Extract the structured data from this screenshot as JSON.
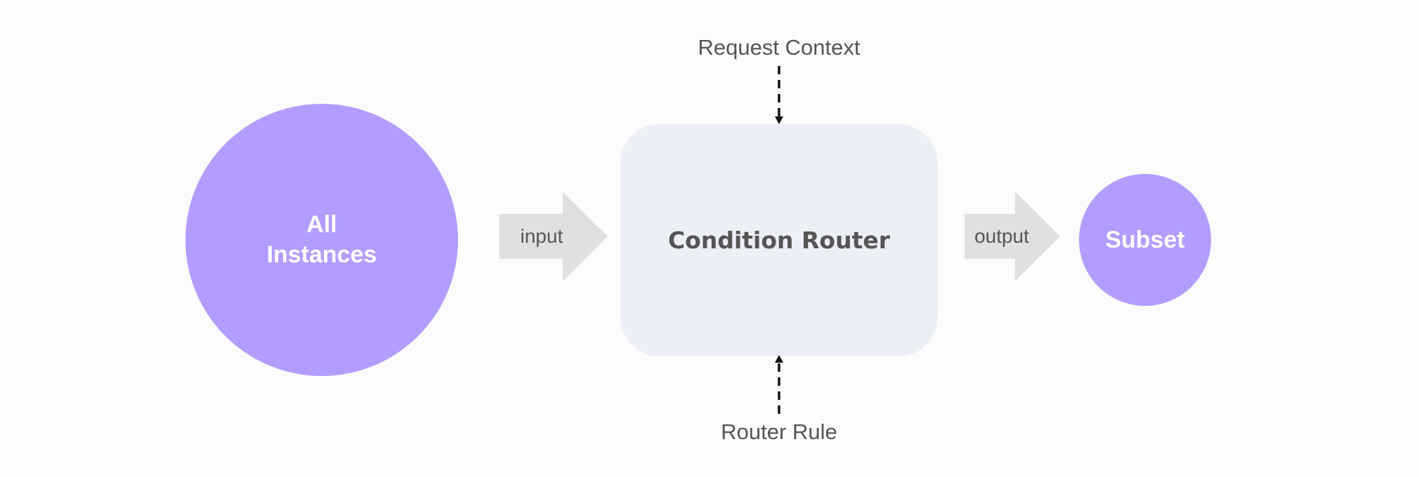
{
  "nodes": {
    "all_instances": {
      "label": "All\nInstances"
    },
    "router": {
      "label": "Condition Router"
    },
    "subset": {
      "label": "Subset"
    }
  },
  "edges": {
    "input": {
      "label": "input"
    },
    "output": {
      "label": "output"
    }
  },
  "context": {
    "request": "Request Context",
    "rule": "Router Rule"
  },
  "colors": {
    "circle": "#b39cfd",
    "router_box": "#eceff6",
    "arrow": "#e0e0e0",
    "text": "#555555",
    "circle_text": "#ffffff",
    "dash": "#111111"
  }
}
